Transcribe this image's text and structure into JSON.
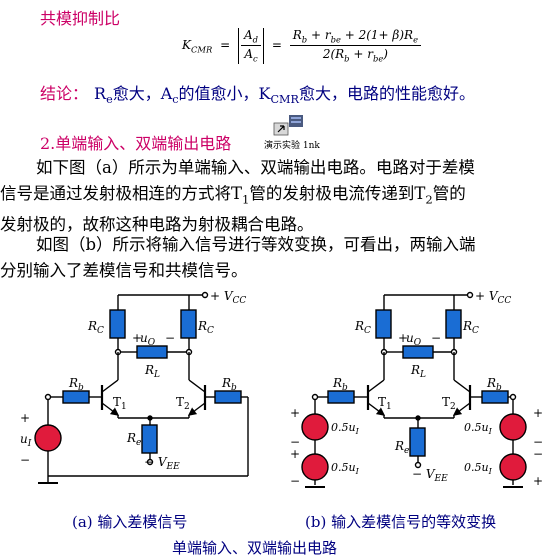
{
  "section1": {
    "heading": "共模抑制比",
    "formula": {
      "lhs": "K",
      "lhs_sub": "CMR",
      "eq": "=",
      "abs_num": "A",
      "abs_num_sub": "d",
      "abs_den": "A",
      "abs_den_sub": "c",
      "rhs_num": "R",
      "rhs_num_b": "b",
      "rhs_num_plus": " + r",
      "rhs_num_be": "be",
      "rhs_num_rest": " + 2(1+ β)R",
      "rhs_num_e": "e",
      "rhs_den": "2(R",
      "rhs_den_b": "b",
      "rhs_den_plus": " + r",
      "rhs_den_be": "be",
      "rhs_den_end": ")"
    },
    "conclusion_label": "结论：",
    "conclusion_p1": "R",
    "conclusion_p1_sub": "e",
    "conclusion_p2": "愈大，A",
    "conclusion_p2_sub": "c",
    "conclusion_p3": "的值愈小，K",
    "conclusion_p3_sub": "CMR",
    "conclusion_p4": "愈大，电路的性能愈好。"
  },
  "section2": {
    "heading": "2.单端输入、双端输出电路",
    "link_label": "演示实验 1nk",
    "para1_line1": "如下图（a）所示为单端输入、双端输出电路。电路对于差模",
    "para1_line2a": "信号是通过发射极相连的方式将T",
    "para1_line2_sub1": "1",
    "para1_line2b": "管的发射极电流传递到T",
    "para1_line2_sub2": "2",
    "para1_line2c": "管的",
    "para1_line3": "发射极的，故称这种电路为射极耦合电路。",
    "para2_line1": "如图（b）所示将输入信号进行等效变换，可看出，两输入端",
    "para2_line2": "分别输入了差模信号和共模信号。"
  },
  "figures": {
    "caption_a": "(a) 输入差模信号",
    "caption_b": "(b) 输入差模信号的等效变换",
    "main_caption": "单端输入、双端输出电路",
    "labels": {
      "vcc": "+ V",
      "vcc_sub": "CC",
      "vee": "− V",
      "vee_sub": "EE",
      "rc": "R",
      "rc_sub": "C",
      "rl": "R",
      "rl_sub": "L",
      "rb": "R",
      "rb_sub": "b",
      "re": "R",
      "re_sub": "e",
      "t1": "T",
      "t1_sub": "1",
      "t2": "T",
      "t2_sub": "2",
      "uo": "u",
      "uo_sub": "O",
      "ui": "u",
      "ui_sub": "I",
      "half_ui": "0.5u",
      "half_ui_sub": "I",
      "plus": "+",
      "minus": "−"
    }
  }
}
